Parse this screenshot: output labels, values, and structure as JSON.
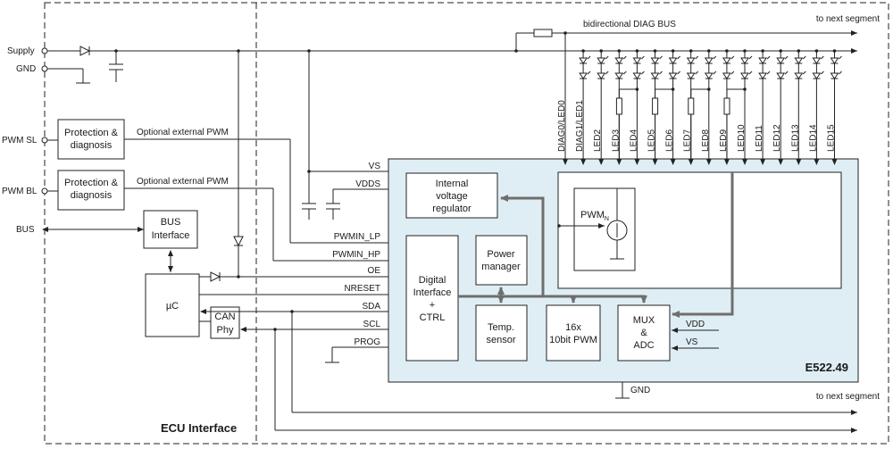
{
  "ecu": {
    "label": "ECU Interface"
  },
  "chip": {
    "name": "E522.49"
  },
  "left_pins": {
    "supply": "Supply",
    "gnd": "GND",
    "pwm_sl": "PWM SL",
    "pwm_bl": "PWM BL",
    "bus": "BUS"
  },
  "ecu_blocks": {
    "protection1": [
      "Protection &",
      "diagnosis"
    ],
    "protection2": [
      "Protection &",
      "diagnosis"
    ],
    "bus_interface": [
      "BUS",
      "Interface"
    ],
    "uc": "µC",
    "can_phy": [
      "CAN",
      "Phy"
    ]
  },
  "external_pwm": [
    "Optional external PWM",
    "Optional external PWM"
  ],
  "signals": {
    "vs": "VS",
    "vdds": "VDDS",
    "pwmin_lp": "PWMIN_LP",
    "pwmin_hp": "PWMIN_HP",
    "oe": "OE",
    "nreset": "NRESET",
    "sda": "SDA",
    "scl": "SCL",
    "prog": "PROG"
  },
  "chip_blocks": {
    "voltage_regulator": [
      "Internal",
      "voltage",
      "regulator"
    ],
    "digital_interface": [
      "Digital",
      "Interface",
      "+",
      "CTRL"
    ],
    "power_manager": [
      "Power",
      "manager"
    ],
    "temp_sensor": [
      "Temp.",
      "sensor"
    ],
    "pwm": [
      "16x",
      "10bit PWM"
    ],
    "mux_adc": [
      "MUX",
      "&",
      "ADC"
    ],
    "pwm_source": "PWM",
    "pwm_source_sub": "N"
  },
  "mux_inputs": {
    "vdd": "VDD",
    "vs": "VS"
  },
  "chip_gnd": "GND",
  "top_bus": {
    "label": "bidirectional DIAG BUS",
    "next": "to next segment"
  },
  "bottom_next": "to next segment",
  "led_pins": [
    "DIAG0/LED0",
    "DIAG1/LED1",
    "LED2",
    "LED3",
    "LED4",
    "LED5",
    "LED6",
    "LED7",
    "LED8",
    "LED9",
    "LED10",
    "LED11",
    "LED12",
    "LED13",
    "LED14",
    "LED15"
  ]
}
